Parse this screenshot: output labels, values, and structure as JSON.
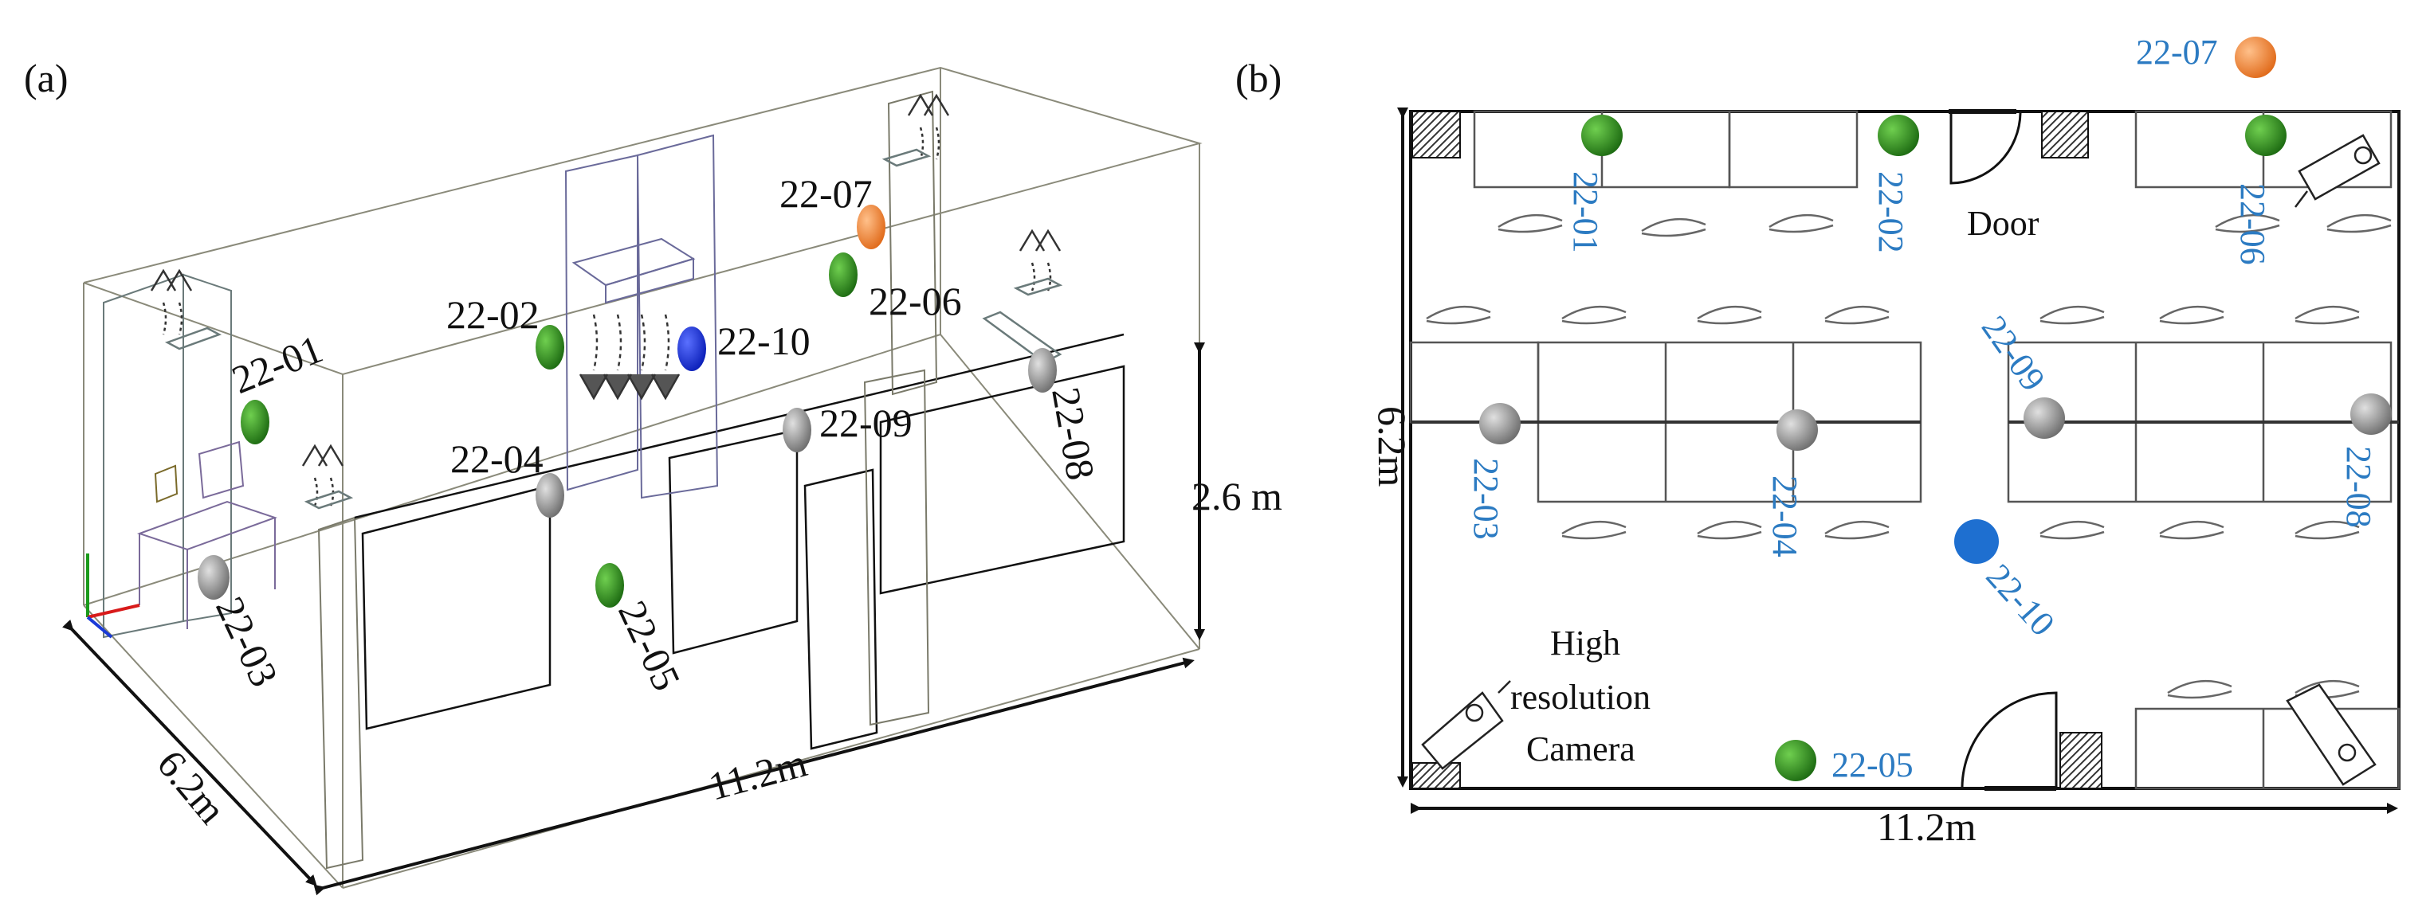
{
  "panels": {
    "a": "(a)",
    "b": "(b)"
  },
  "dimensions": {
    "width_3d": "6.2m",
    "length_3d": "11.2m",
    "height_3d": "2.6 m",
    "width_plan": "6.2m",
    "length_plan": "11.2m"
  },
  "plan_labels": {
    "door": "Door",
    "camera": [
      "High",
      "resolution",
      "Camera"
    ]
  },
  "colors": {
    "green": "#2e7d1f",
    "gray": "#8a8a8a",
    "blue": "#1a2fe0",
    "blue_plan": "#1e6fd0",
    "orange": "#f07a2e",
    "label_blue": "#2c7bc2"
  },
  "sensors_3d": [
    {
      "id": "22-01",
      "color": "green"
    },
    {
      "id": "22-02",
      "color": "green"
    },
    {
      "id": "22-03",
      "color": "gray"
    },
    {
      "id": "22-04",
      "color": "gray"
    },
    {
      "id": "22-05",
      "color": "green"
    },
    {
      "id": "22-06",
      "color": "green"
    },
    {
      "id": "22-07",
      "color": "orange"
    },
    {
      "id": "22-08",
      "color": "gray"
    },
    {
      "id": "22-09",
      "color": "gray"
    },
    {
      "id": "22-10",
      "color": "blue"
    }
  ],
  "sensors_plan": [
    {
      "id": "22-01",
      "color": "green"
    },
    {
      "id": "22-02",
      "color": "green"
    },
    {
      "id": "22-03",
      "color": "gray"
    },
    {
      "id": "22-04",
      "color": "gray"
    },
    {
      "id": "22-05",
      "color": "green"
    },
    {
      "id": "22-06",
      "color": "green"
    },
    {
      "id": "22-07",
      "color": "orange"
    },
    {
      "id": "22-08",
      "color": "gray"
    },
    {
      "id": "22-09",
      "color": "gray"
    },
    {
      "id": "22-10",
      "color": "blue_plan"
    }
  ]
}
